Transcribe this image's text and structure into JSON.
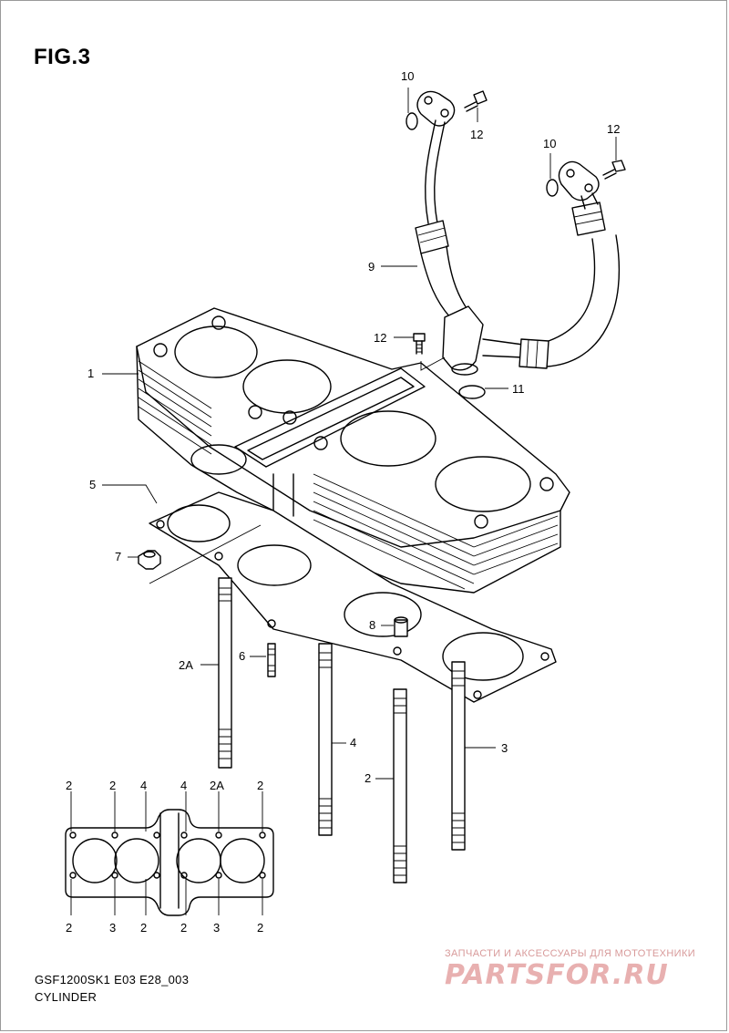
{
  "figure": {
    "title": "FIG.3"
  },
  "callouts": {
    "c1": "1",
    "c2A": "2A",
    "c3": "3",
    "c4": "4",
    "c2": "2",
    "c5": "5",
    "c6": "6",
    "c7": "7",
    "c8": "8",
    "c9": "9",
    "c10a": "10",
    "c10b": "10",
    "c11": "11",
    "c12a": "12",
    "c12b": "12",
    "c12c": "12"
  },
  "inset": {
    "top": [
      "2",
      "2",
      "4",
      "4",
      "2A",
      "2"
    ],
    "bottom": [
      "2",
      "3",
      "2",
      "2",
      "3",
      "2"
    ]
  },
  "footer": {
    "code": "GSF1200SK1 E03 E28_003",
    "caption": "CYLINDER"
  },
  "watermark": {
    "tagline": "ЗАПЧАСТИ И АКСЕССУАРЫ ДЛЯ МОТОТЕХНИКИ",
    "logo": "PARTSFOR.RU"
  },
  "colors": {
    "ink": "#000000",
    "watermark": "#e8b0b0"
  }
}
